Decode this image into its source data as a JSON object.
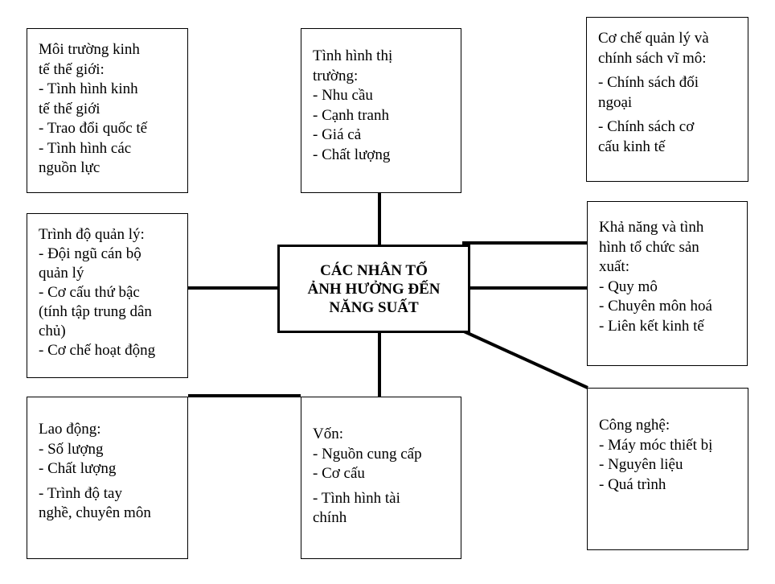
{
  "center": {
    "title_lines": [
      "CÁC NHÂN TỐ",
      "ẢNH HƯỞNG ĐẾN",
      "NĂNG SUẤT"
    ]
  },
  "boxes": {
    "world_economy": {
      "lines": [
        "Môi trường kinh\ntế thế giới:",
        "- Tình hình kinh\ntế thế giới",
        "- Trao đổi quốc tế",
        "- Tình hình các\nnguồn lực"
      ]
    },
    "market": {
      "lines": [
        "Tình hình thị\ntrường:",
        "- Nhu cầu",
        "- Cạnh tranh",
        "- Giá cả",
        "- Chất lượng"
      ]
    },
    "policy": {
      "lines": [
        "Cơ chế quản lý và\nchính sách vĩ mô:",
        "- Chính sách đối\nngoại",
        "- Chính sách cơ\ncấu kinh tế"
      ]
    },
    "management": {
      "lines": [
        "Trình độ quản lý:",
        "- Đội ngũ cán bộ\nquản lý",
        "- Cơ cấu thứ bậc\n(tính tập trung dân\nchủ)",
        "- Cơ chế hoạt động"
      ]
    },
    "production": {
      "lines": [
        "Khả năng và tình\nhình tổ chức sản\nxuất:",
        "- Quy mô",
        "- Chuyên môn hoá",
        "- Liên kết kinh tế"
      ]
    },
    "labor": {
      "lines": [
        "Lao động:",
        "- Số lượng",
        "- Chất lượng",
        "- Trình độ tay\nnghề, chuyên môn"
      ]
    },
    "capital": {
      "lines": [
        "Vốn:",
        "- Nguồn cung cấp",
        "- Cơ cấu",
        "- Tình hình tài\nchính"
      ]
    },
    "technology": {
      "lines": [
        "Công nghệ:",
        "- Máy móc thiết bị",
        "- Nguyên liệu",
        "- Quá trình"
      ]
    }
  }
}
